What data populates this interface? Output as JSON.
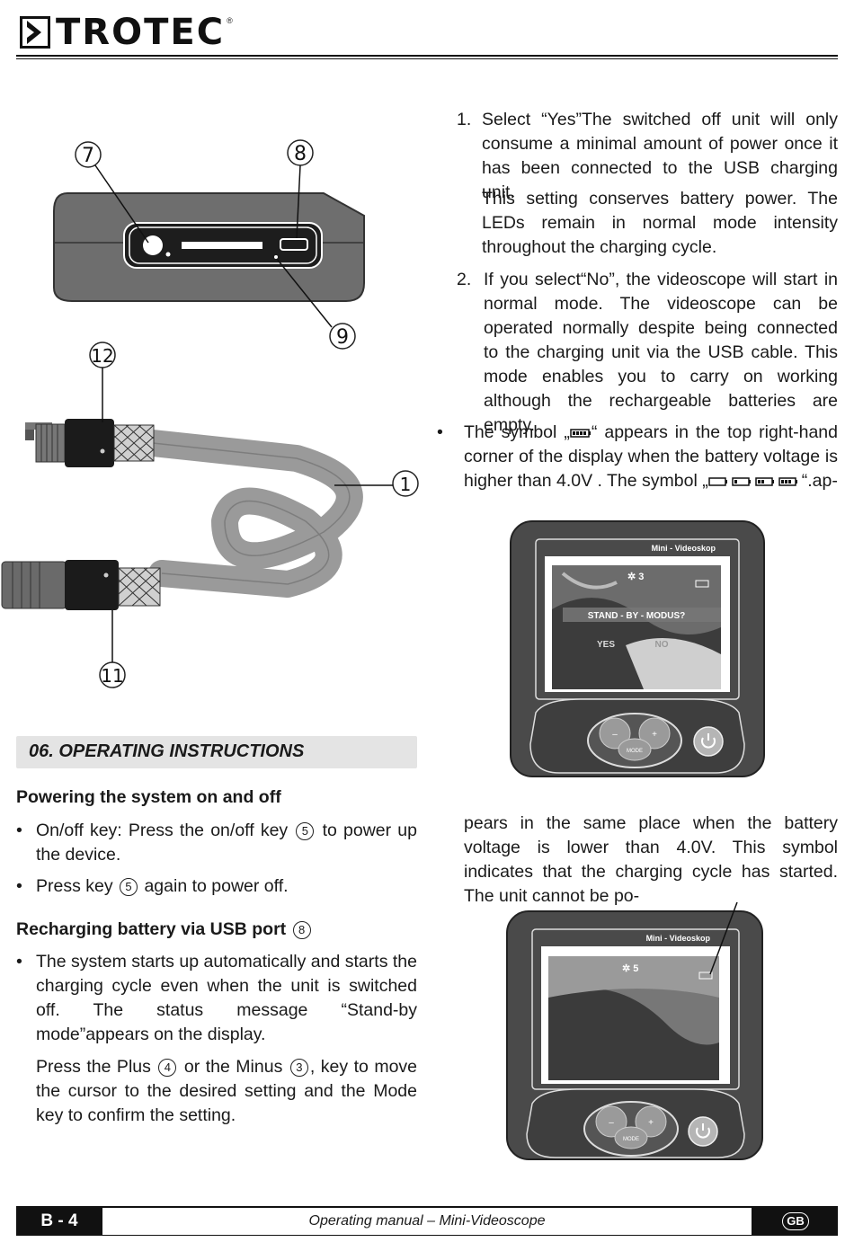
{
  "header": {
    "brand": "TROTEC",
    "reg_mark": "®"
  },
  "diagram": {
    "callouts": [
      "7",
      "8",
      "9",
      "12",
      "1",
      "11"
    ]
  },
  "right_column": {
    "item1_number": "1.",
    "item1_text": "Select “Yes”The switched off unit will only consume a minimal amount of power once it has been connected to the USB charging unit.",
    "item1_sub": "This setting conserves battery power. The LEDs remain in normal mode intensity throughout the charging cycle.",
    "item2_number": "2.",
    "item2_text": "If you select“No”, the videoscope will start in normal mode. The videoscope can be operated normally despite being connected to the charging unit via the USB cable. This mode enables you to carry on working although the rechargeable batteries are empty.",
    "bullet_pre": "The symbol „",
    "bullet_mid": "“ appears in the top right-hand corner of the display when the battery voltage is higher than 4.0V . The symbol „",
    "bullet_post": "“.ap-",
    "continuation": "pears in the same place when the battery voltage is lower than 4.0V. This symbol indicates that the charging cycle has started. The unit cannot be po-"
  },
  "device1": {
    "brand_label": "Mini - Videoskop",
    "brightness": "3",
    "prompt": "STAND - BY - MODUS?",
    "yes": "YES",
    "no": "NO",
    "mode_label": "MODE",
    "minus": "–",
    "plus": "+"
  },
  "device2": {
    "brand_label": "Mini - Videoskop",
    "brightness": "5",
    "mode_label": "MODE",
    "minus": "–",
    "plus": "+"
  },
  "left_column": {
    "section_title": "06. OPERATING INSTRUCTIONS",
    "power_heading": "Powering the system on and off",
    "power_b1_pre": "On/off key: Press the on/off key",
    "power_b1_key": "5",
    "power_b1_post": "to power up the device.",
    "power_b2_pre": "Press key",
    "power_b2_key": "5",
    "power_b2_post": "again to power off.",
    "usb_heading": "Recharging battery via USB port",
    "usb_heading_key": "8",
    "usb_b1": "The system starts up automatically and starts the charging cycle even when the unit is switched off. The status message “Stand-by mode”appears on the display.",
    "usb_p_pre": "Press the Plus",
    "usb_p_key1": "4",
    "usb_p_mid": "or the Minus",
    "usb_p_key2": "3",
    "usb_p_post": ", key to move the cursor to the desired setting and the Mode key to confirm the setting."
  },
  "footer": {
    "page": "B - 4",
    "title": "Operating manual – Mini-Videoscope",
    "lang": "GB"
  }
}
